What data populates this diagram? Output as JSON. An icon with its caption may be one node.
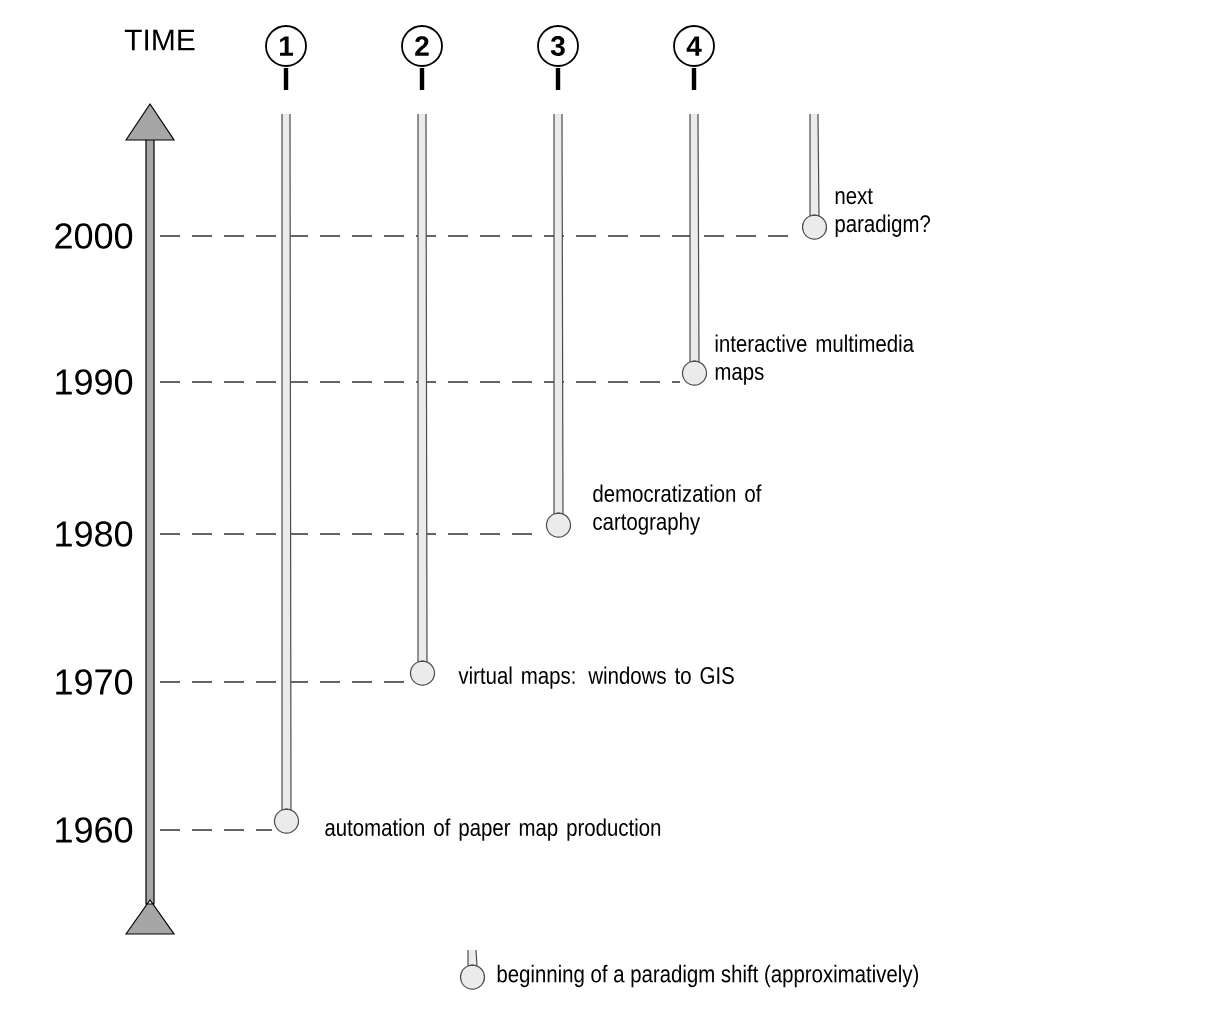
{
  "diagram": {
    "nodes": [
      {
        "text": [
          "1"
        ]
      },
      {
        "text": [
          "2"
        ]
      },
      {
        "text": [
          "3"
        ]
      },
      {
        "text": [
          "4"
        ]
      }
    ],
    "labels": [
      "TIME",
      "2000",
      "1990",
      "1980",
      "1970",
      "1960",
      "next paradigm?",
      "interactive multimedia maps",
      "democratization of cartography",
      "virtual maps: windows to GIS",
      "automation of paper map production"
    ],
    "legend": [
      {
        "text": "beginning of a paradigm shift (approximatively)"
      }
    ]
  }
}
